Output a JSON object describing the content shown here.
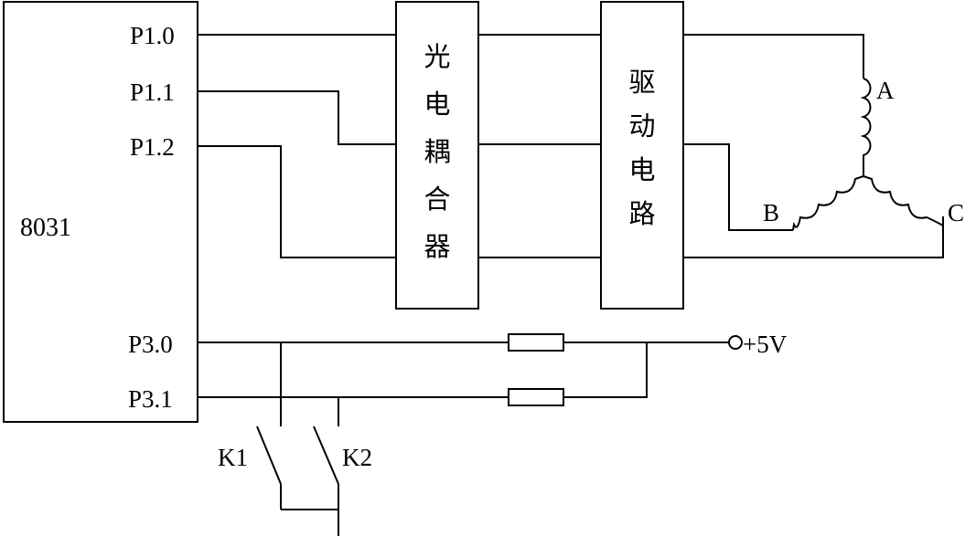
{
  "mcu": {
    "label": "8031"
  },
  "pins": [
    "P1.0",
    "P1.1",
    "P1.2",
    "P3.0",
    "P3.1"
  ],
  "optocoupler": {
    "chars": [
      "光",
      "电",
      "耦",
      "合",
      "器"
    ]
  },
  "driver": {
    "chars": [
      "驱",
      "动",
      "电",
      "路"
    ]
  },
  "motor": {
    "phases": [
      "A",
      "B",
      "C"
    ]
  },
  "supply": {
    "label": "+5V"
  },
  "switches": [
    "K1",
    "K2"
  ]
}
